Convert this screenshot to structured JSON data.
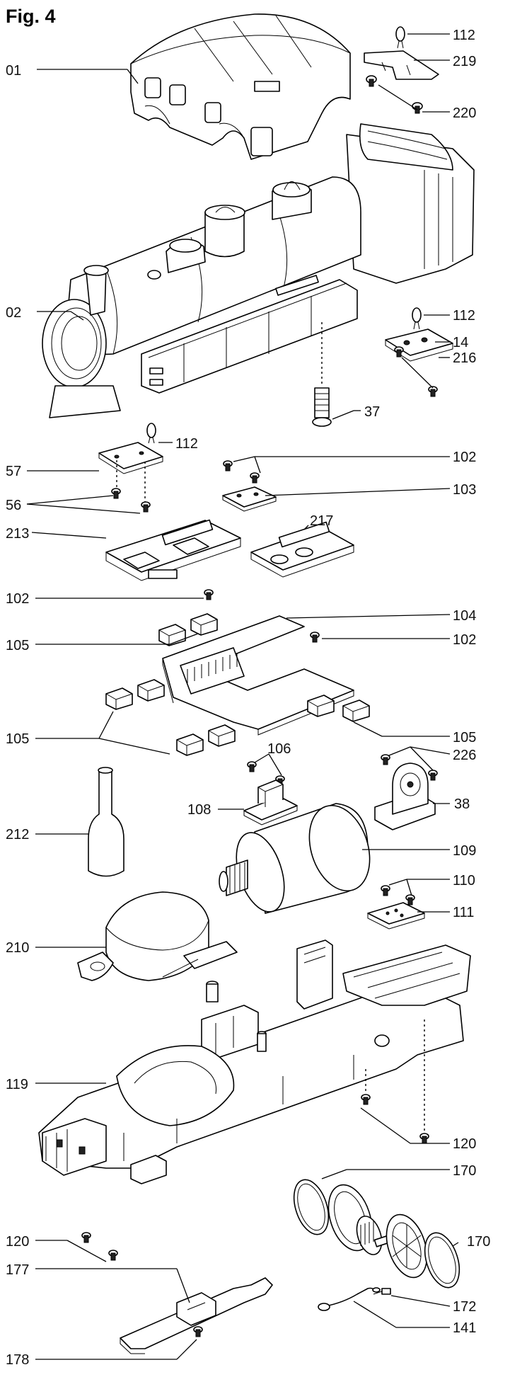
{
  "figure": {
    "title": "Fig. 4"
  },
  "labels": {
    "l01": "01",
    "l02": "02",
    "l112a": "112",
    "l219": "219",
    "l220": "220",
    "l112b": "112",
    "l14": "14",
    "l216": "216",
    "l37": "37",
    "l112c": "112",
    "l57": "57",
    "l56": "56",
    "l102a": "102",
    "l103": "103",
    "l213": "213",
    "l217": "217",
    "l102b": "102",
    "l104": "104",
    "l105a": "105",
    "l102c": "102",
    "l105b": "105",
    "l105c": "105",
    "l106": "106",
    "l226": "226",
    "l108": "108",
    "l38": "38",
    "l212": "212",
    "l109": "109",
    "l110": "110",
    "l111": "111",
    "l210": "210",
    "l119": "119",
    "l120a": "120",
    "l120b": "120",
    "l170a": "170",
    "l170b": "170",
    "l177": "177",
    "l172": "172",
    "l141": "141",
    "l178": "178"
  }
}
